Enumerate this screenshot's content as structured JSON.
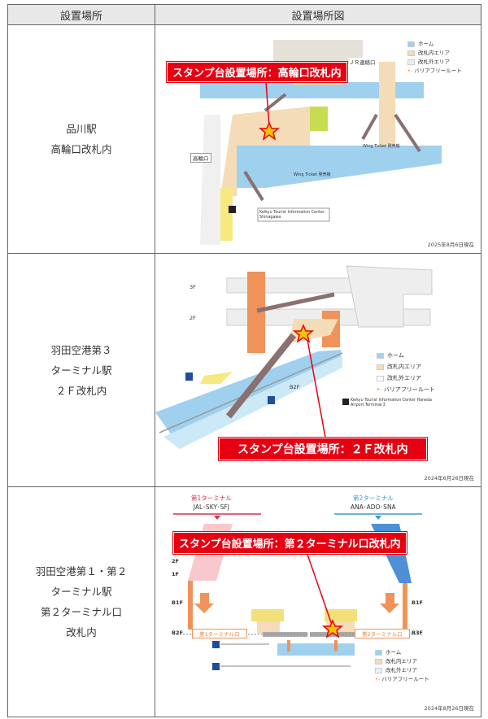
{
  "header": {
    "col1": "設置場所",
    "col2": "設置場所図"
  },
  "rows": [
    {
      "name_lines": [
        "品川駅",
        "高輪口改札内"
      ],
      "banner": "スタンプ台設置場所：高輪口改札内",
      "date": "2025年8月6日現在",
      "labels": {
        "gate": "高輪口",
        "jr_gate": "ＪＲ連絡口",
        "tic": "Keikyu Tourist Information Center Shinagawa",
        "wing1": "Wing Ticket 発売機",
        "wing2": "Wing Ticket 発売機"
      },
      "legend": [
        "ホーム",
        "改札内エリア",
        "改札外エリア",
        "バリアフリールート"
      ]
    },
    {
      "name_lines": [
        "羽田空港第３",
        "ターミナル駅",
        "２Ｆ改札内"
      ],
      "banner": "スタンプ台設置場所：２Ｆ改札内",
      "date": "2024年6月26日現在",
      "labels": {
        "f3": "3F",
        "f2": "2F",
        "b2": "B2F",
        "tic": "Keikyu Tourist Information Center Haneda Airport Terminal 3"
      },
      "legend": [
        "ホーム",
        "改札内エリア",
        "改札外エリア",
        "バリアフリールート"
      ]
    },
    {
      "name_lines": [
        "羽田空港第１・第２",
        "ターミナル駅",
        "第２ターミナル口",
        "改札内"
      ],
      "banner": "スタンプ台設置場所：第２ターミナル口改札内",
      "date": "2024年8月26日現在",
      "labels": {
        "t1": "第1ターミナル",
        "t1air": "JAL･SKY･SFJ",
        "t2": "第2ターミナル",
        "t2air": "ANA･ADO･SNA",
        "f2": "2F",
        "f1": "1F",
        "b1": "B1F",
        "b2": "B2F",
        "b3": "B3F",
        "t1gate": "第1ターミナル口",
        "t2gate": "第2ターミナル口"
      },
      "legend": [
        "ホーム",
        "改札内エリア",
        "改札外エリア",
        "バリアフリールート"
      ]
    }
  ],
  "colors": {
    "platform": "#9fd0ee",
    "inside": "#f5dcb8",
    "outside": "#eeeeee",
    "route": "#f08030",
    "banner": "#e60012",
    "star": "#f5c400"
  }
}
